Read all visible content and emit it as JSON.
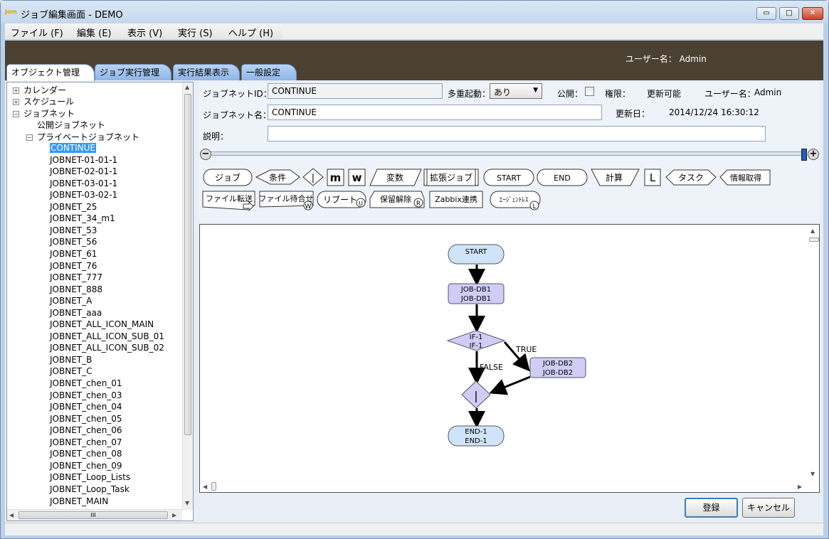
{
  "window": {
    "app_icon": "Jom",
    "title": "ジョブ編集画面 - DEMO",
    "btn_min": "▭",
    "btn_max": "□",
    "btn_close": "✕"
  },
  "menu": [
    "ファイル (F)",
    "編集 (E)",
    "表示 (V)",
    "実行 (S)",
    "ヘルプ (H)"
  ],
  "header": {
    "user_label": "ユーザー名：",
    "user_value": "Admin"
  },
  "tabs": [
    "オブジェクト管理",
    "ジョブ実行管理",
    "実行結果表示",
    "一般設定"
  ],
  "tree": {
    "roots": [
      {
        "label": "カレンダー",
        "expander": "+"
      },
      {
        "label": "スケジュール",
        "expander": "+"
      },
      {
        "label": "ジョブネット",
        "expander": "−"
      }
    ],
    "public_label": "公開ジョブネット",
    "private_label": "プライベートジョブネット",
    "private_expander": "−",
    "items": [
      "CONTINUE",
      "JOBNET-01-01-1",
      "JOBNET-02-01-1",
      "JOBNET-03-01-1",
      "JOBNET-03-02-1",
      "JOBNET_25",
      "JOBNET_34_m1",
      "JOBNET_53",
      "JOBNET_56",
      "JOBNET_61",
      "JOBNET_76",
      "JOBNET_777",
      "JOBNET_888",
      "JOBNET_A",
      "JOBNET_aaa",
      "JOBNET_ALL_ICON_MAIN",
      "JOBNET_ALL_ICON_SUB_01",
      "JOBNET_ALL_ICON_SUB_02",
      "JOBNET_B",
      "JOBNET_C",
      "JOBNET_chen_01",
      "JOBNET_chen_03",
      "JOBNET_chen_04",
      "JOBNET_chen_05",
      "JOBNET_chen_06",
      "JOBNET_chen_07",
      "JOBNET_chen_08",
      "JOBNET_chen_09",
      "JOBNET_Loop_Lists",
      "JOBNET_Loop_Task",
      "JOBNET_MAIN"
    ],
    "selected": "CONTINUE",
    "hthumb_label": "III"
  },
  "props": {
    "id_label": "ジョブネットID：",
    "id_value": "CONTINUE",
    "multi_label": "多重起動：",
    "multi_value": "あり",
    "public_label": "公開：",
    "auth_label": "権限：",
    "auth_value": "更新可能",
    "user_label": "ユーザー名：",
    "user_value": "Admin",
    "name_label": "ジョブネット名：",
    "name_value": "CONTINUE",
    "updated_label": "更新日：",
    "updated_value": "2014/12/24 16:30:12",
    "desc_label": "説明：",
    "desc_value": ""
  },
  "zoom": {
    "minus": "−",
    "plus": "+"
  },
  "palette": {
    "row1": [
      "ジョブ",
      "条件",
      "変数",
      "拡張ジョブ",
      "START",
      "END",
      "計算",
      "タスク",
      "情報取得"
    ],
    "row2": [
      "ファイル転送",
      "ファイル待合せ",
      "リブート",
      "保留解除",
      "Zabbix連携",
      "ｴｰｼﾞｪﾝﾄﾚｽ"
    ],
    "badges": {
      "wait": "W",
      "reboot": "U",
      "release": "R",
      "agentless": "L"
    },
    "glyphs": {
      "merge": "|",
      "loop_start": "m",
      "loop_end": "w",
      "end_loop": "L"
    }
  },
  "flow": {
    "start": "START",
    "job1": [
      "JOB-DB1",
      "JOB-DB1"
    ],
    "if": [
      "IF-1",
      "IF-1"
    ],
    "true_label": "TRUE",
    "false_label": "FALSE",
    "job2": [
      "JOB-DB2",
      "JOB-DB2"
    ],
    "merge": "|",
    "end": [
      "END-1",
      "END-1"
    ]
  },
  "buttons": {
    "register": "登録",
    "cancel": "キャンセル"
  },
  "colors": {
    "header": "#4a4132",
    "node": "#cfcdf6",
    "startend": "#cfe4f8",
    "selection": "#3399ff"
  }
}
